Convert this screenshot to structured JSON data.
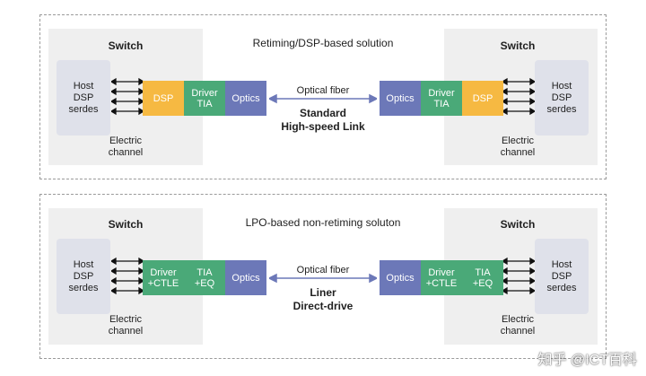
{
  "top": {
    "title": "Retiming/DSP-based solution",
    "left_switch": "Switch",
    "right_switch": "Switch",
    "host_label": "Host\nDSP\nserdes",
    "electric": "Electric\nchannel",
    "left_blocks": [
      "DSP",
      "Driver\nTIA",
      "Optics"
    ],
    "right_blocks": [
      "Optics",
      "Driver\nTIA",
      "DSP"
    ],
    "fiber": "Optical fiber",
    "link": "Standard\nHigh-speed Link"
  },
  "bottom": {
    "title": "LPO-based non-retiming soluton",
    "left_switch": "Switch",
    "right_switch": "Switch",
    "host_label": "Host\nDSP\nserdes",
    "electric": "Electric\nchannel",
    "left_blocks": [
      "Driver\n+CTLE",
      "TIA\n+EQ",
      "Optics"
    ],
    "right_blocks": [
      "Optics",
      "Driver\n+CTLE",
      "TIA\n+EQ"
    ],
    "fiber": "Optical fiber",
    "link": "Liner\nDirect-drive"
  },
  "watermark": "知乎 @ICT百科",
  "colors": {
    "dsp": "#f6b942",
    "driver": "#4aa978",
    "optics": "#6c78b8",
    "host": "#dfe1ea",
    "switch_bg": "#efefef"
  }
}
